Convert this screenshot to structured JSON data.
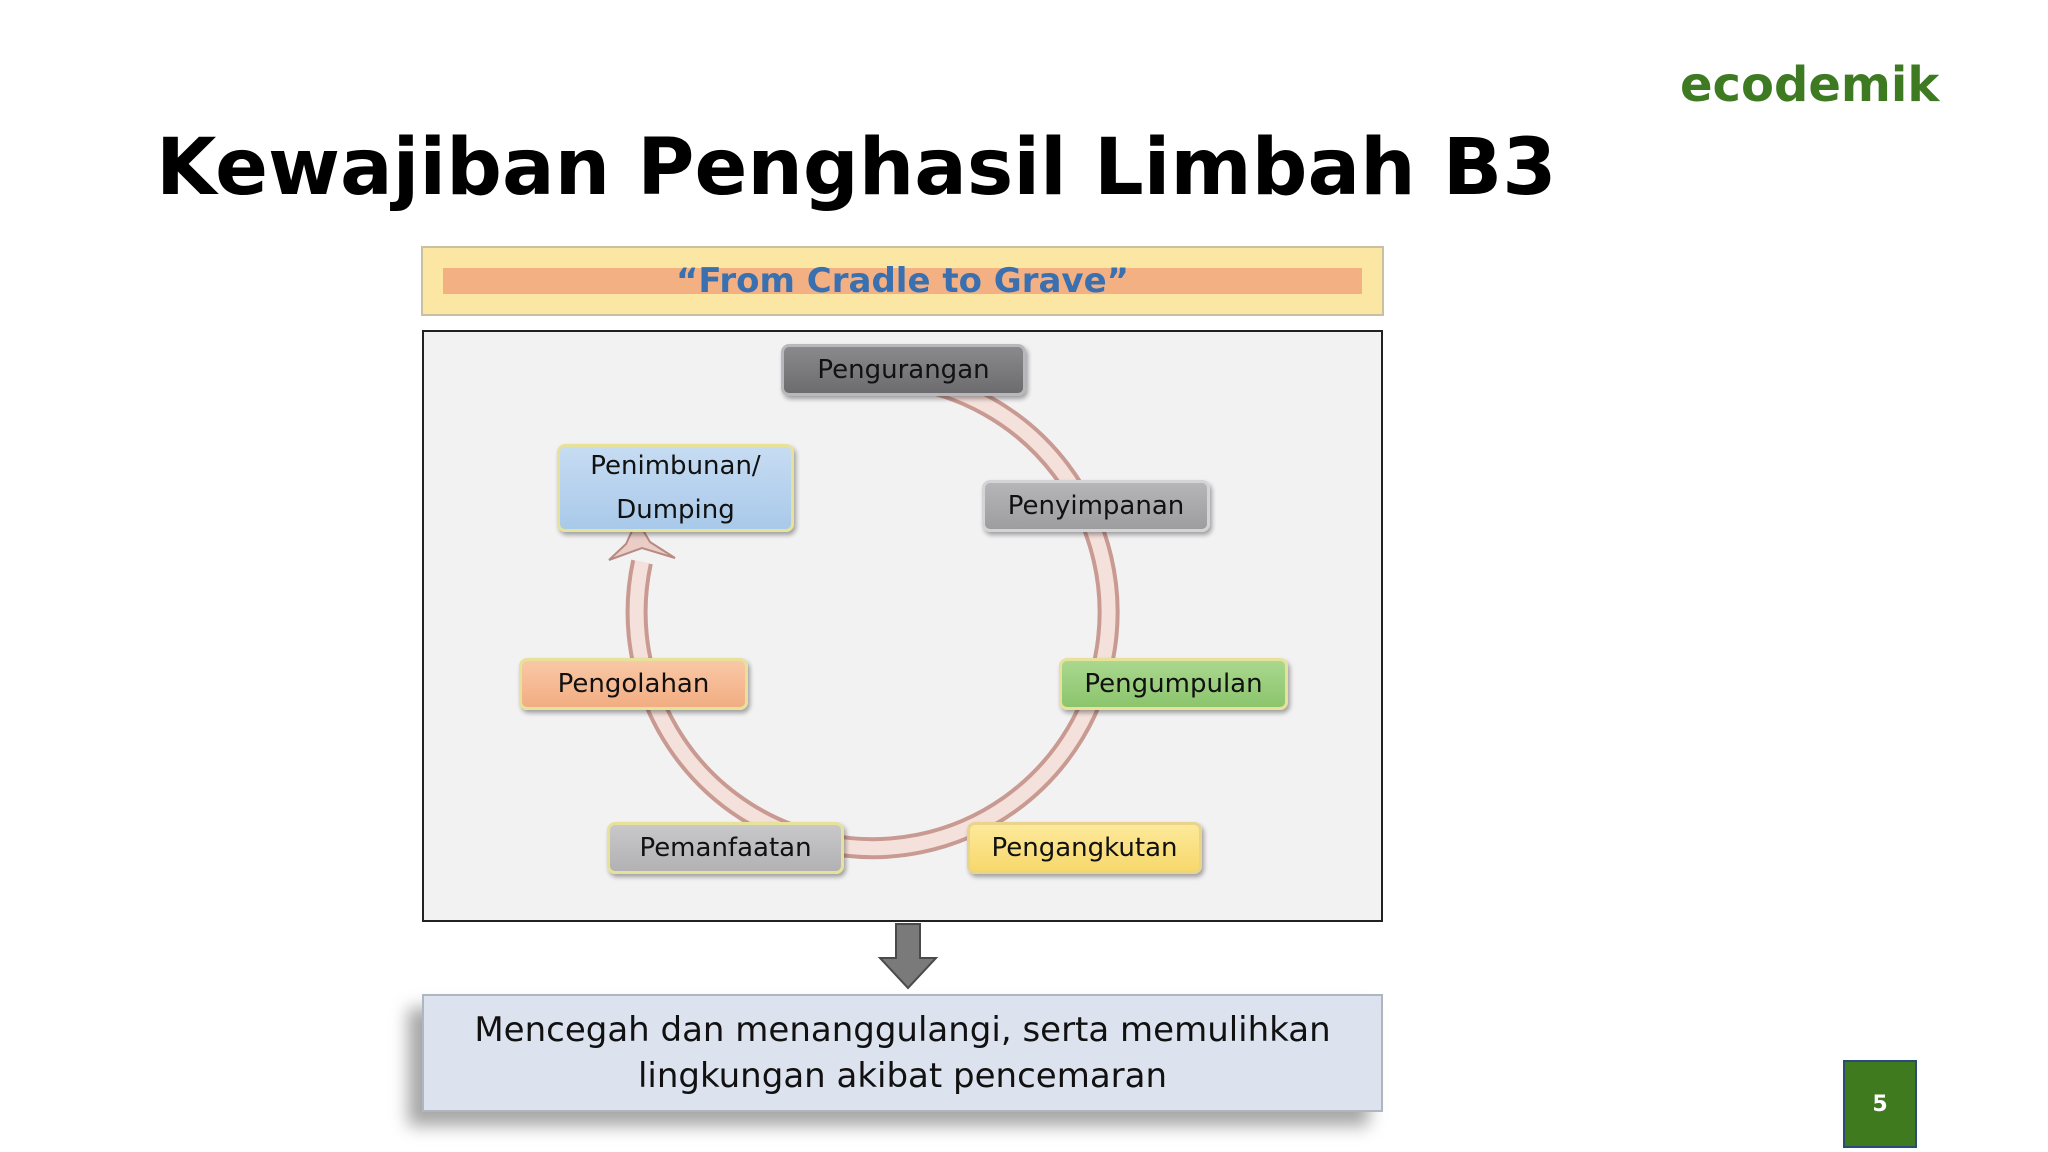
{
  "logo": {
    "text": "ecodemik",
    "color": "#3d7a22"
  },
  "title": "Kewajiban Penghasil Limbah B3",
  "banner": {
    "text": "“From Cradle to Grave”",
    "color": "#3a6fb0"
  },
  "cycle": {
    "stages": [
      {
        "id": "pengurangan",
        "label": "Pengurangan",
        "color": "#7a7a7c"
      },
      {
        "id": "penyimpanan",
        "label": "Penyimpanan",
        "color": "#a6a6a8"
      },
      {
        "id": "pengumpulan",
        "label": "Pengumpulan",
        "color": "#99cc7a"
      },
      {
        "id": "pengangkutan",
        "label": "Pengangkutan",
        "color": "#fbe085"
      },
      {
        "id": "pemanfaatan",
        "label": "Pemanfaatan",
        "color": "#bdbdbf"
      },
      {
        "id": "pengolahan",
        "label": "Pengolahan",
        "color": "#f5bb93"
      },
      {
        "id": "penimbunan",
        "label_line1": "Penimbunan/",
        "label_line2": "Dumping",
        "color": "#b7d2ee"
      }
    ]
  },
  "result": {
    "line1": "Mencegah dan menanggulangi, serta memulihkan",
    "line2": "lingkungan akibat pencemaran"
  },
  "page_number": "5"
}
